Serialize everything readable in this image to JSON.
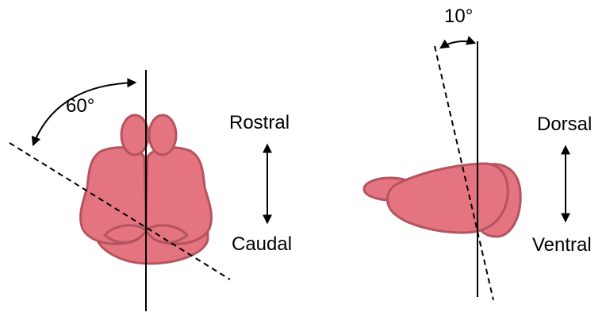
{
  "left_view": {
    "angle_label": "60°",
    "axis_top": "Rostral",
    "axis_bottom": "Caudal"
  },
  "right_view": {
    "angle_label": "10°",
    "axis_top": "Dorsal",
    "axis_bottom": "Ventral"
  },
  "colors": {
    "brain_fill": "#e47480",
    "brain_outline": "#b5545e",
    "line": "#000000",
    "background": "#ffffff"
  }
}
